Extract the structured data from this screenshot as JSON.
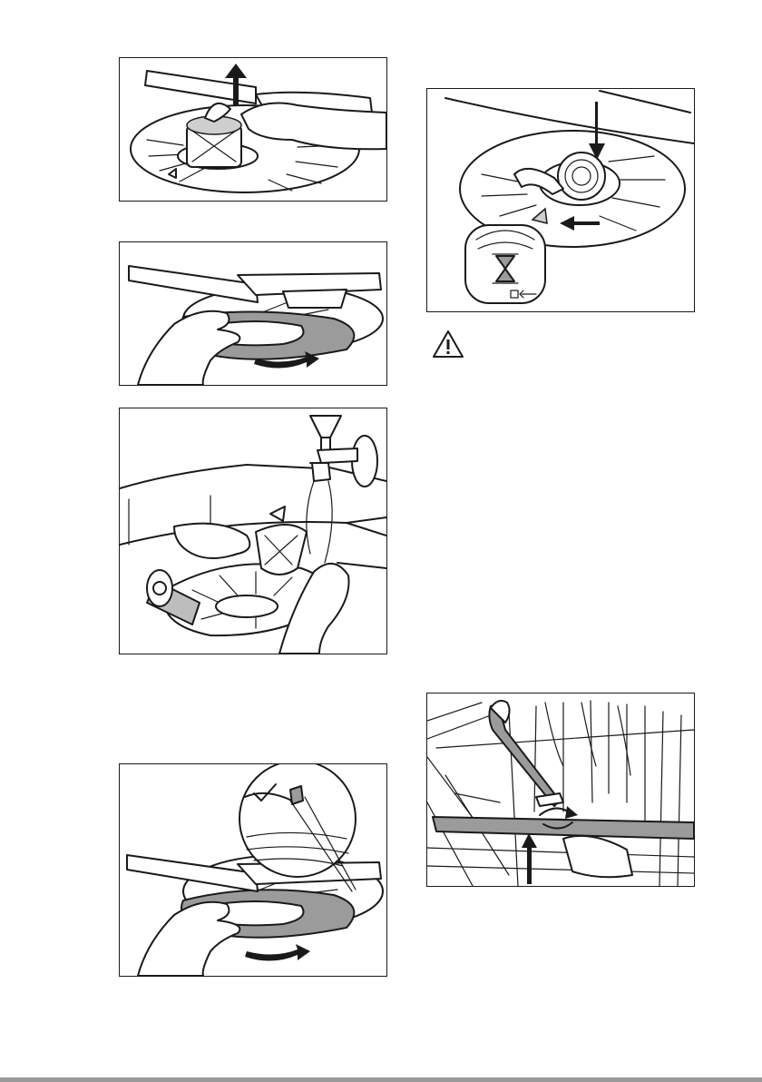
{
  "figures": [
    {
      "icon": "filter-lift-out-illustration"
    },
    {
      "icon": "filter-turn-illustration"
    },
    {
      "icon": "filter-rinse-under-tap-illustration"
    },
    {
      "icon": "filter-check-seal-illustration"
    },
    {
      "icon": "filter-reinsert-lock-illustration"
    },
    {
      "icon": "lower-spray-arm-install-illustration"
    }
  ],
  "warning": {
    "icon": "warning-triangle-icon"
  }
}
